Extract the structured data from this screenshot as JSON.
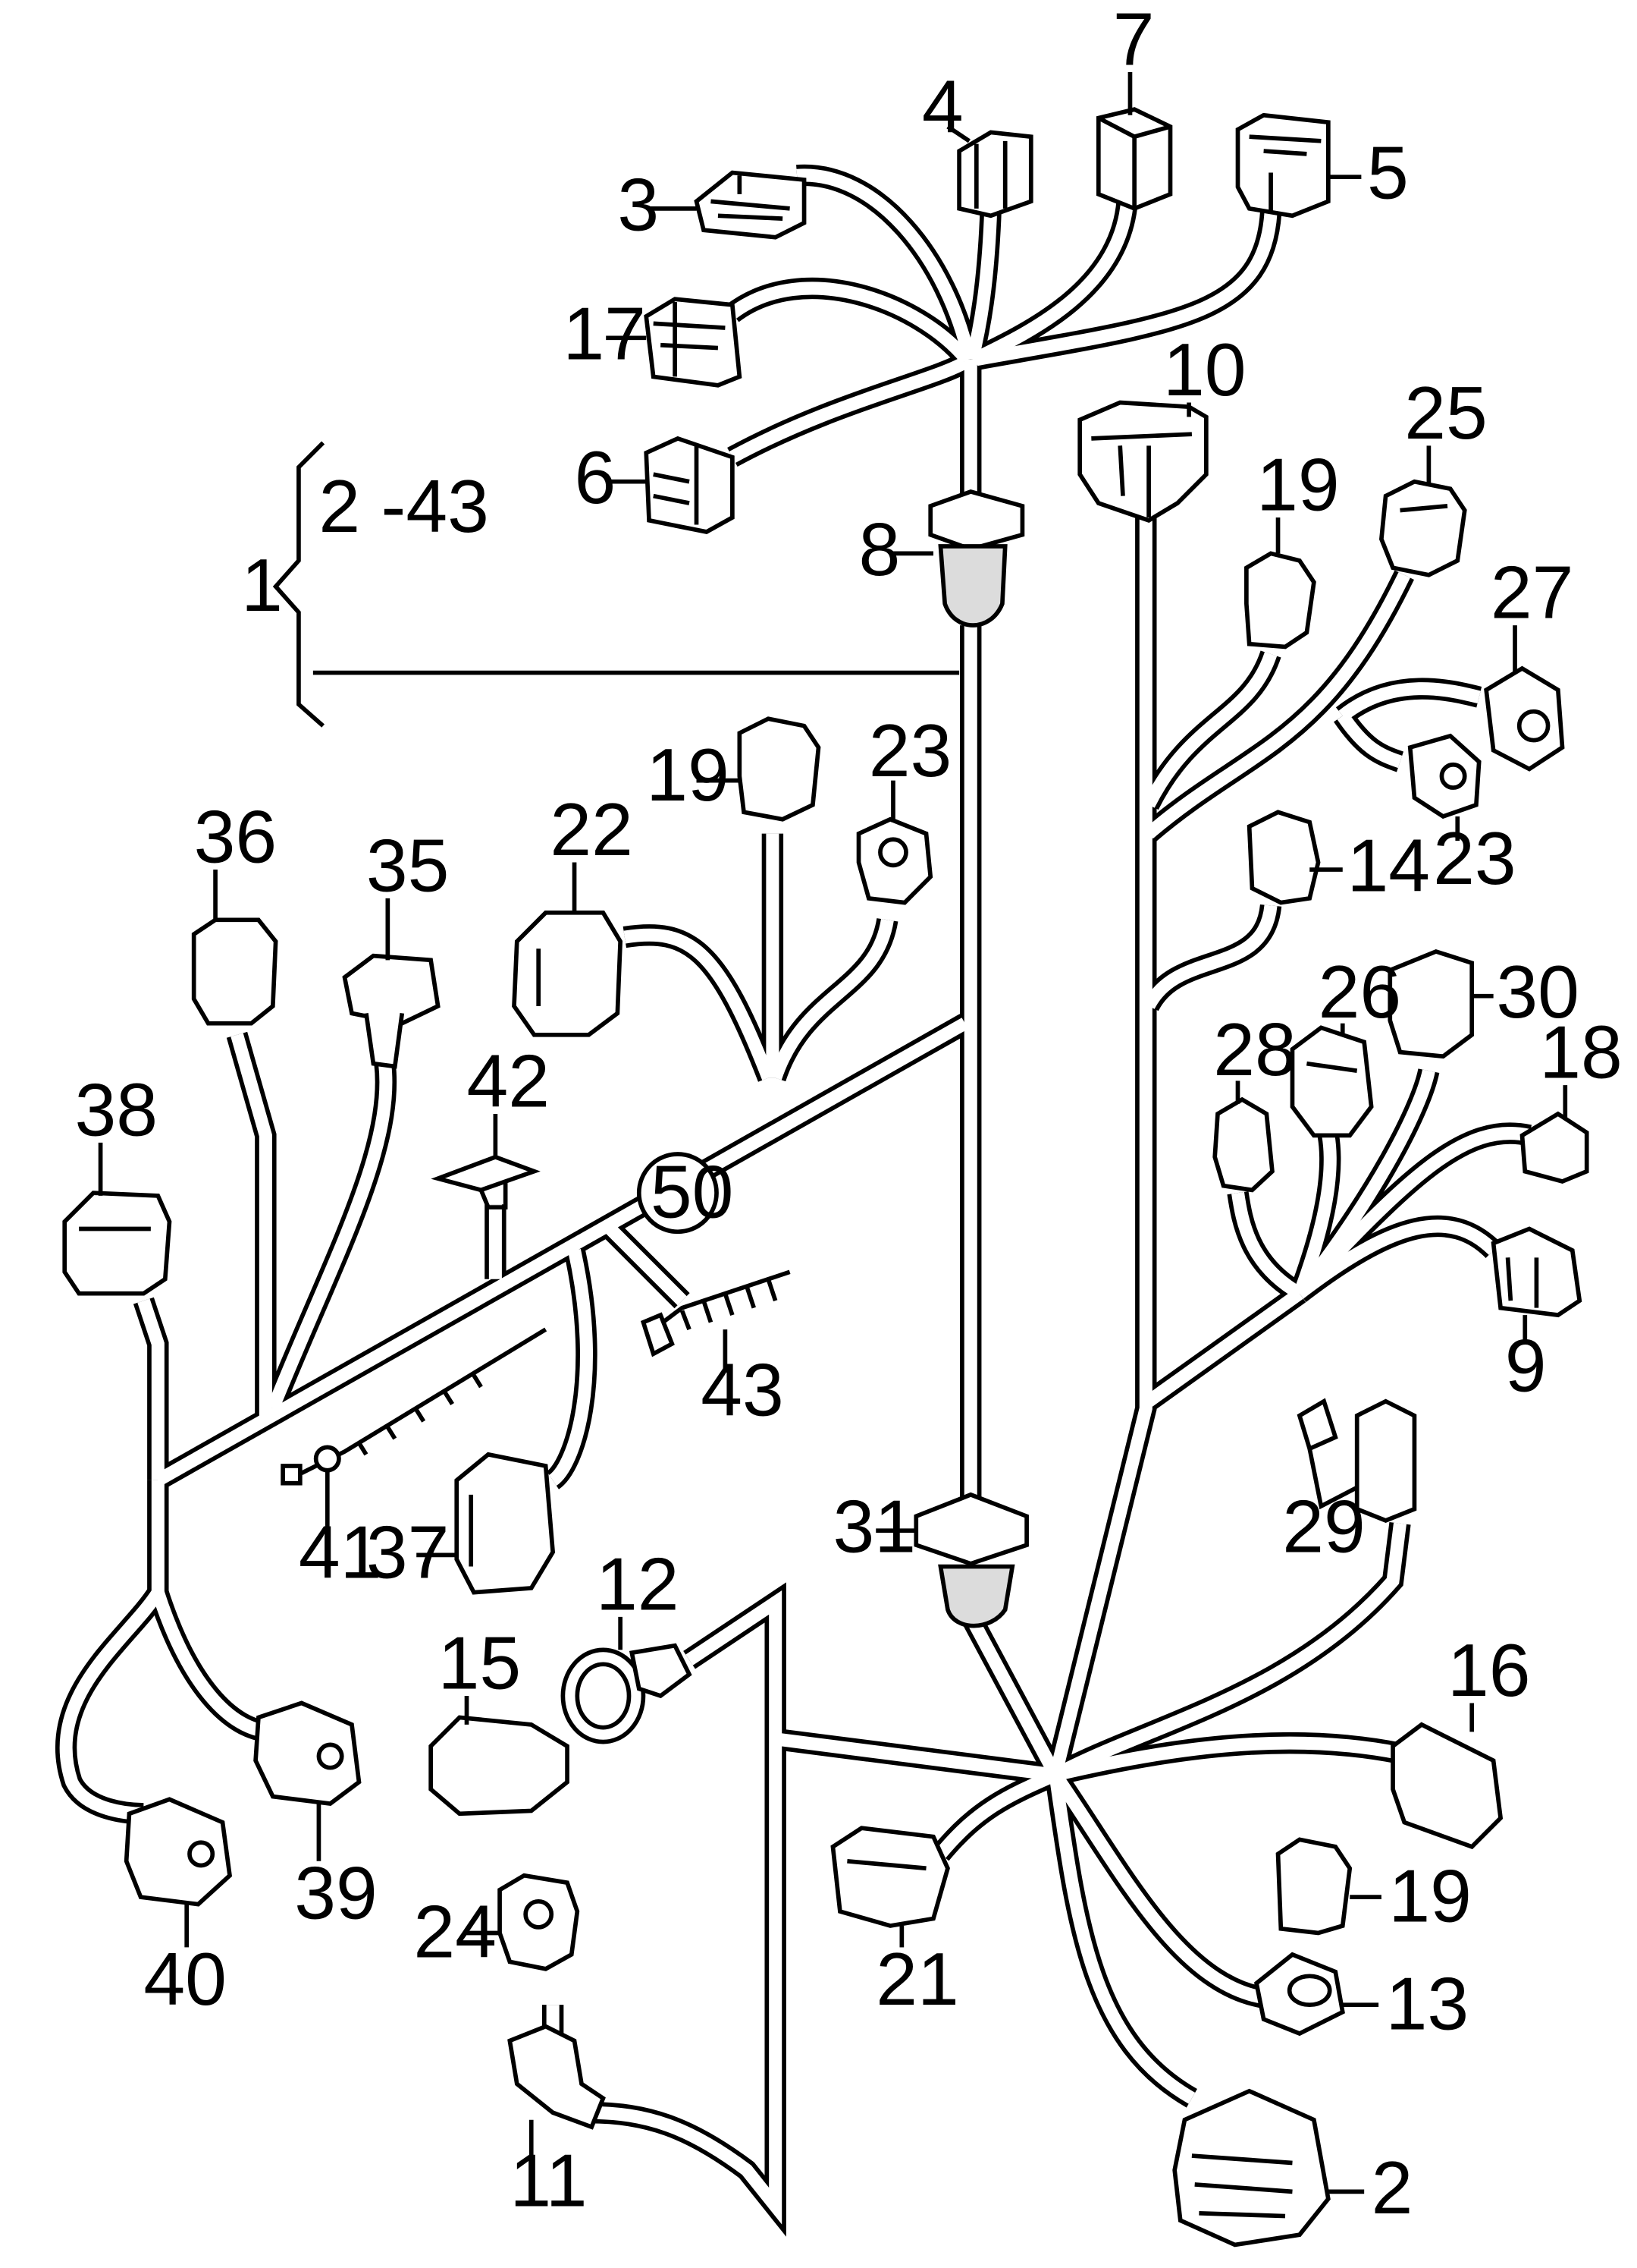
{
  "callouts": {
    "c1": "1",
    "c2": "2",
    "c2_43": "2 -43",
    "c3": "3",
    "c4": "4",
    "c5": "5",
    "c6": "6",
    "c7": "7",
    "c8": "8",
    "c9": "9",
    "c10": "10",
    "c11": "11",
    "c12": "12",
    "c13": "13",
    "c14": "14",
    "c15": "15",
    "c16": "16",
    "c17": "17",
    "c18": "18",
    "c19a": "19",
    "c19b": "19",
    "c19c": "19",
    "c21": "21",
    "c22": "22",
    "c23a": "23",
    "c23b": "23",
    "c24": "24",
    "c25": "25",
    "c26": "26",
    "c27": "27",
    "c28": "28",
    "c29": "29",
    "c30": "30",
    "c31": "31",
    "c35": "35",
    "c36": "36",
    "c37": "37",
    "c38": "38",
    "c39": "39",
    "c40": "40",
    "c41": "41",
    "c42": "42",
    "c43": "43",
    "c50": "50"
  },
  "colors": {
    "line": "#000000",
    "background": "#ffffff",
    "grommet_fill": "#dcdcdc"
  }
}
